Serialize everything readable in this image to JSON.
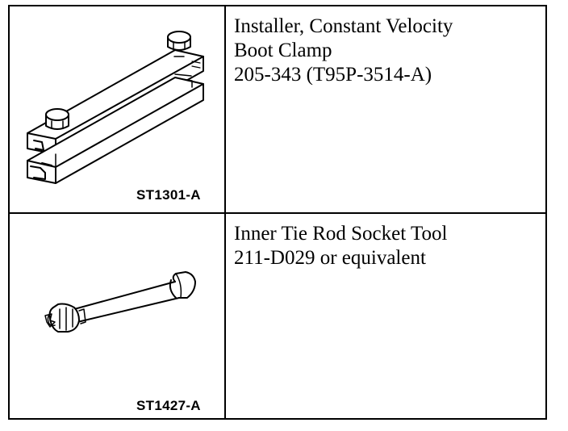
{
  "tools": [
    {
      "illustration_code": "ST1301-A",
      "illustration_icon": "boot-clamp-installer-icon",
      "description_lines": [
        "Installer, Constant Velocity",
        "Boot Clamp",
        "205-343 (T95P-3514-A)"
      ]
    },
    {
      "illustration_code": "ST1427-A",
      "illustration_icon": "inner-tie-rod-socket-icon",
      "description_lines": [
        "Inner Tie Rod Socket Tool",
        "211-D029 or equivalent"
      ]
    }
  ]
}
